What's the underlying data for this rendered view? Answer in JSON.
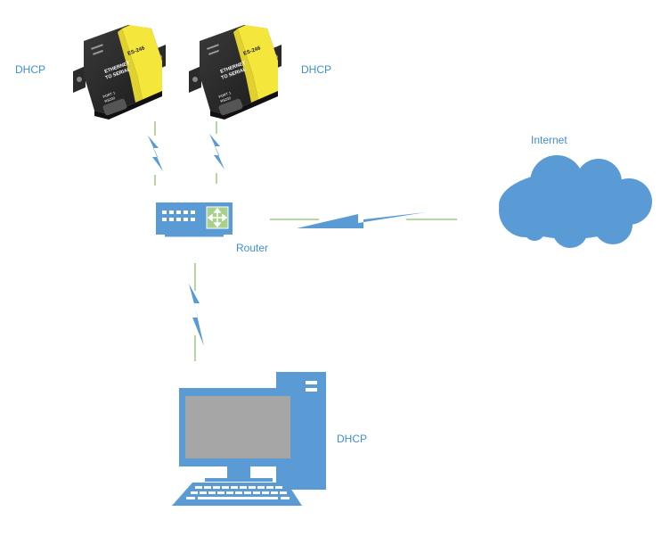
{
  "labels": {
    "dhcp_left": "DHCP",
    "dhcp_right": "DHCP",
    "dhcp_pc": "DHCP",
    "internet": "Internet",
    "router": "Router"
  },
  "device": {
    "model": "ES-246",
    "line1": "ETHERNET",
    "line2": "TO SERIAL",
    "port": "PORT 1",
    "port_type": "RS232"
  },
  "colors": {
    "accent": "#5b9bd5",
    "link_line": "#70ad47",
    "label_text": "#3f8fd0",
    "device_body": "#2b2b2b",
    "device_panel": "#f5e63c"
  },
  "icons": [
    "serial-server-icon",
    "router-icon",
    "cloud-icon",
    "desktop-computer-icon",
    "wireless-bolt-icon"
  ]
}
